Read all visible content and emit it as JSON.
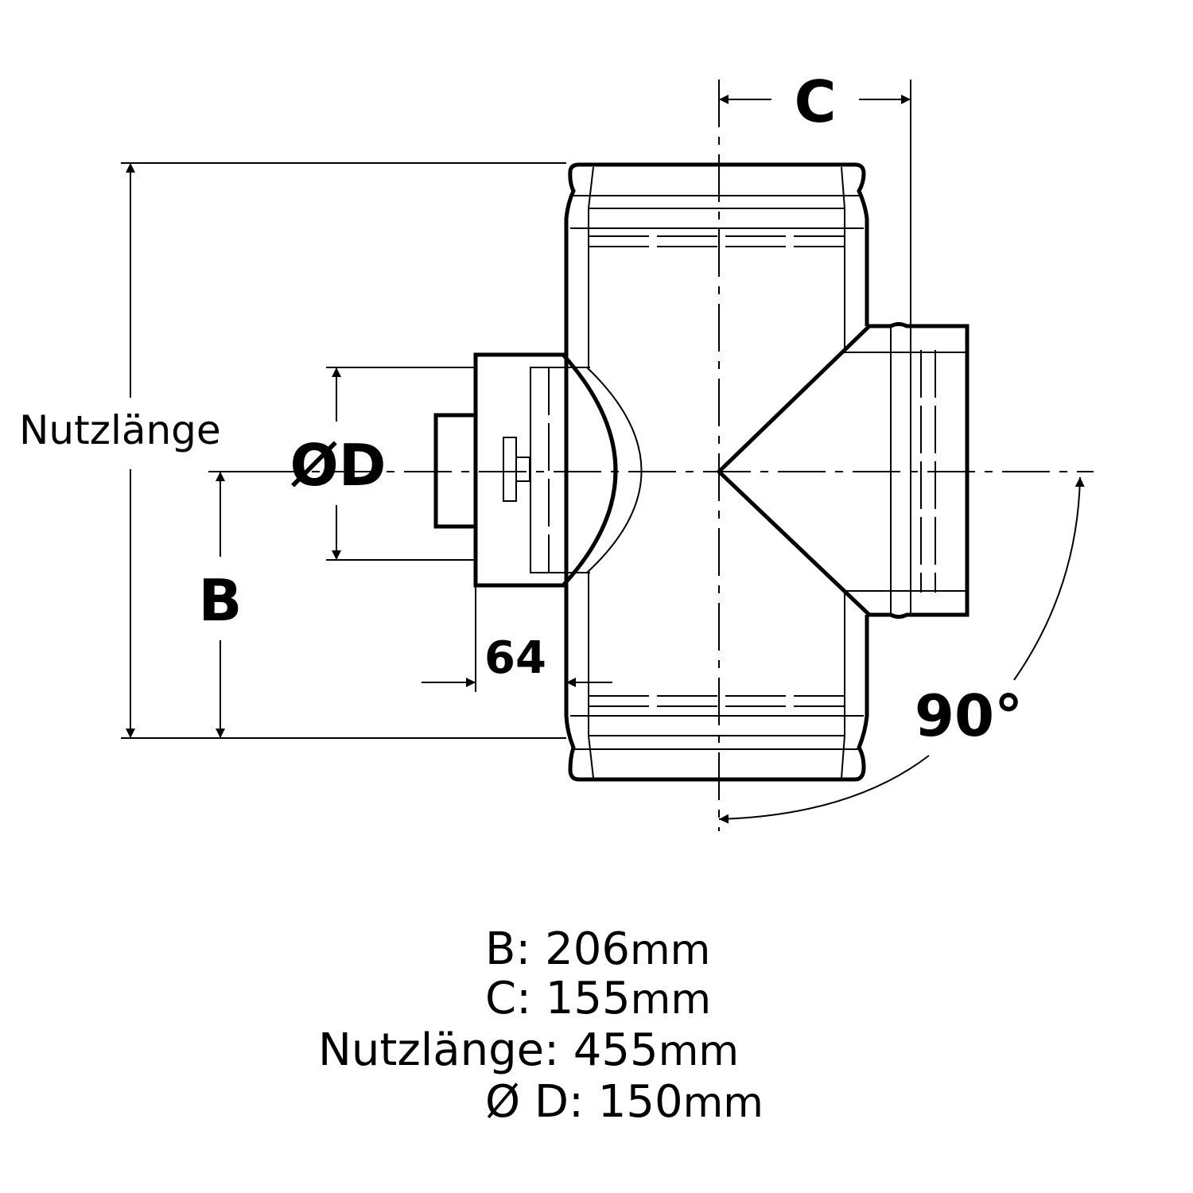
{
  "diagram": {
    "labels": {
      "c": "C",
      "nutzlaenge": "Nutzlänge",
      "diameter_d": "ØD",
      "b": "B",
      "offset": "64",
      "angle": "90°"
    }
  },
  "specs": [
    {
      "key": "B:",
      "value": "206",
      "unit": "mm"
    },
    {
      "key": "C:",
      "value": "155",
      "unit": "mm"
    },
    {
      "key": "Nutzlänge",
      "sep": ":",
      "value": "455",
      "unit": "mm"
    },
    {
      "key": "Ø D:",
      "value": "150",
      "unit": "mm"
    }
  ]
}
